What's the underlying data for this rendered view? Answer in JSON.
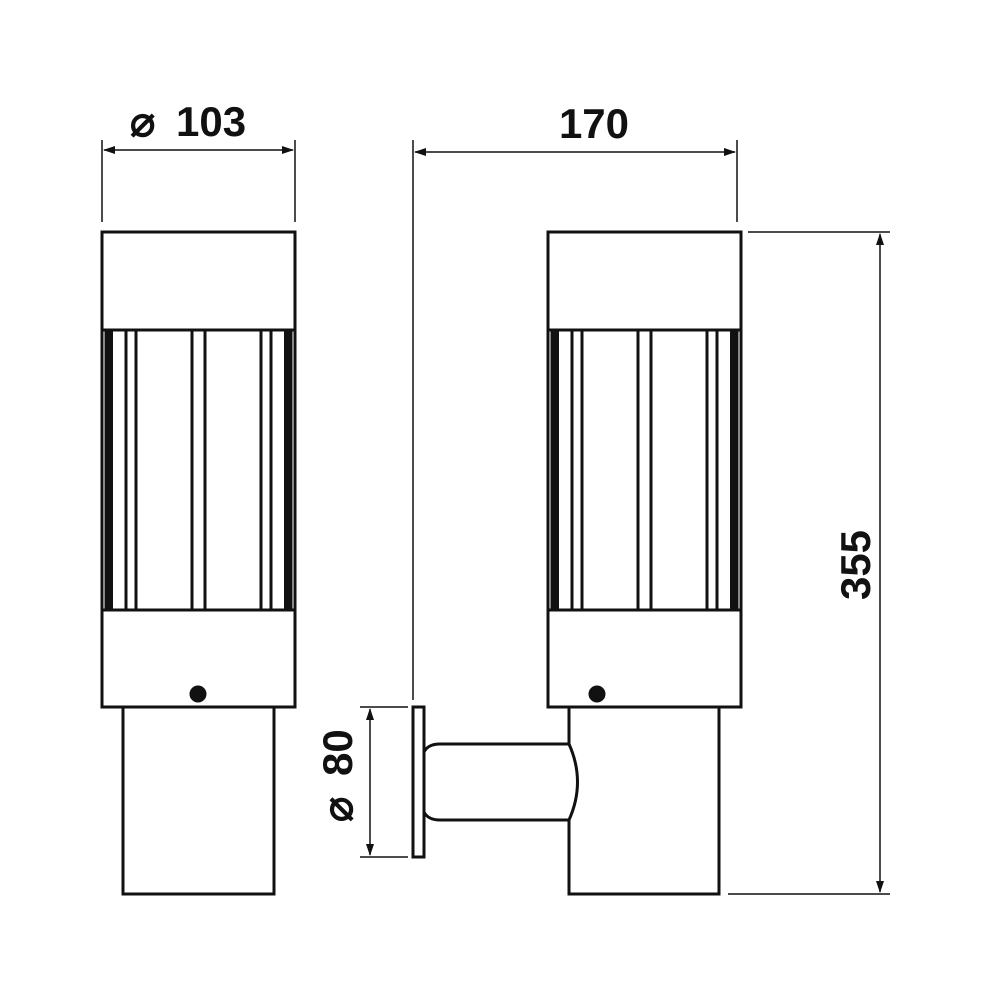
{
  "dimensions": {
    "diameter_top": "103",
    "width_overall": "170",
    "height_overall": "355",
    "diameter_base": "80"
  },
  "symbols": {
    "diameter": "⌀"
  },
  "colors": {
    "line": "#111111",
    "background": "#ffffff"
  }
}
